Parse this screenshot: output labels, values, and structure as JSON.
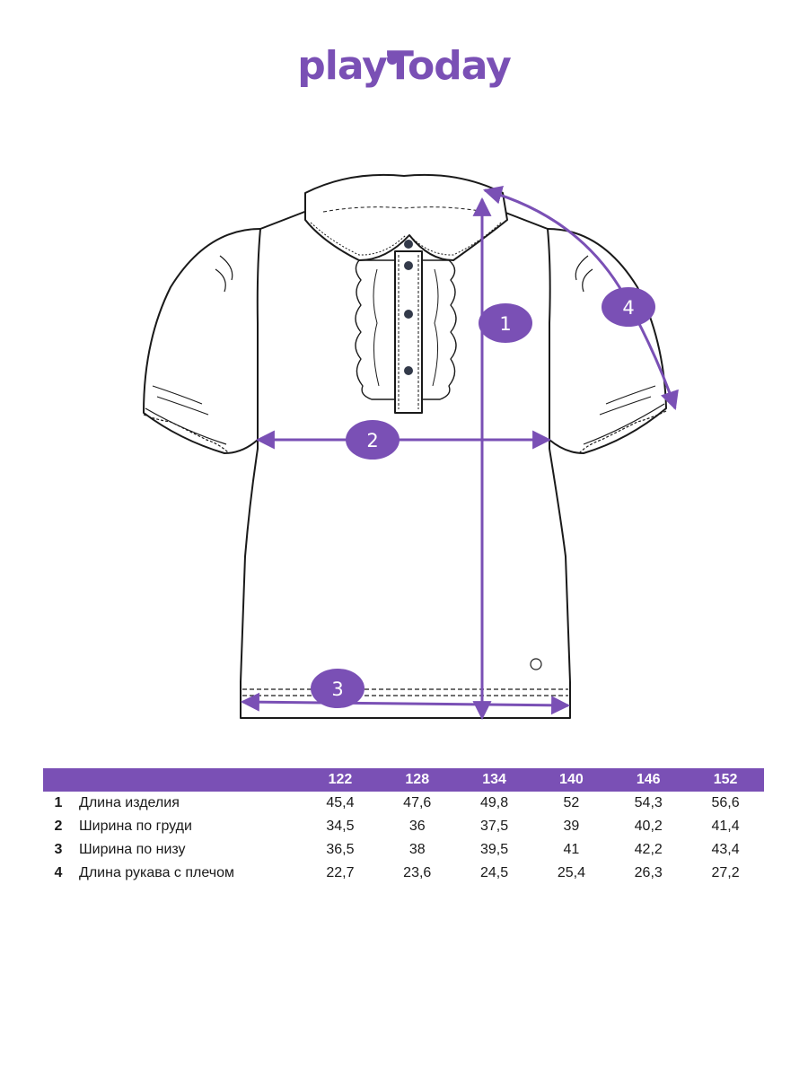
{
  "brand": {
    "logo_text": "playToday"
  },
  "colors": {
    "accent": "#7a50b5",
    "line": "#1a1a1a"
  },
  "badges": [
    "1",
    "2",
    "3",
    "4"
  ],
  "size_table": {
    "headers": [
      "122",
      "128",
      "134",
      "140",
      "146",
      "152"
    ],
    "rows": [
      {
        "num": "1",
        "name": "Длина изделия",
        "values": [
          "45,4",
          "47,6",
          "49,8",
          "52",
          "54,3",
          "56,6"
        ]
      },
      {
        "num": "2",
        "name": "Ширина по груди",
        "values": [
          "34,5",
          "36",
          "37,5",
          "39",
          "40,2",
          "41,4"
        ]
      },
      {
        "num": "3",
        "name": "Ширина по низу",
        "values": [
          "36,5",
          "38",
          "39,5",
          "41",
          "42,2",
          "43,4"
        ]
      },
      {
        "num": "4",
        "name": "Длина рукава с плечом",
        "values": [
          "22,7",
          "23,6",
          "24,5",
          "25,4",
          "26,3",
          "27,2"
        ]
      }
    ]
  }
}
